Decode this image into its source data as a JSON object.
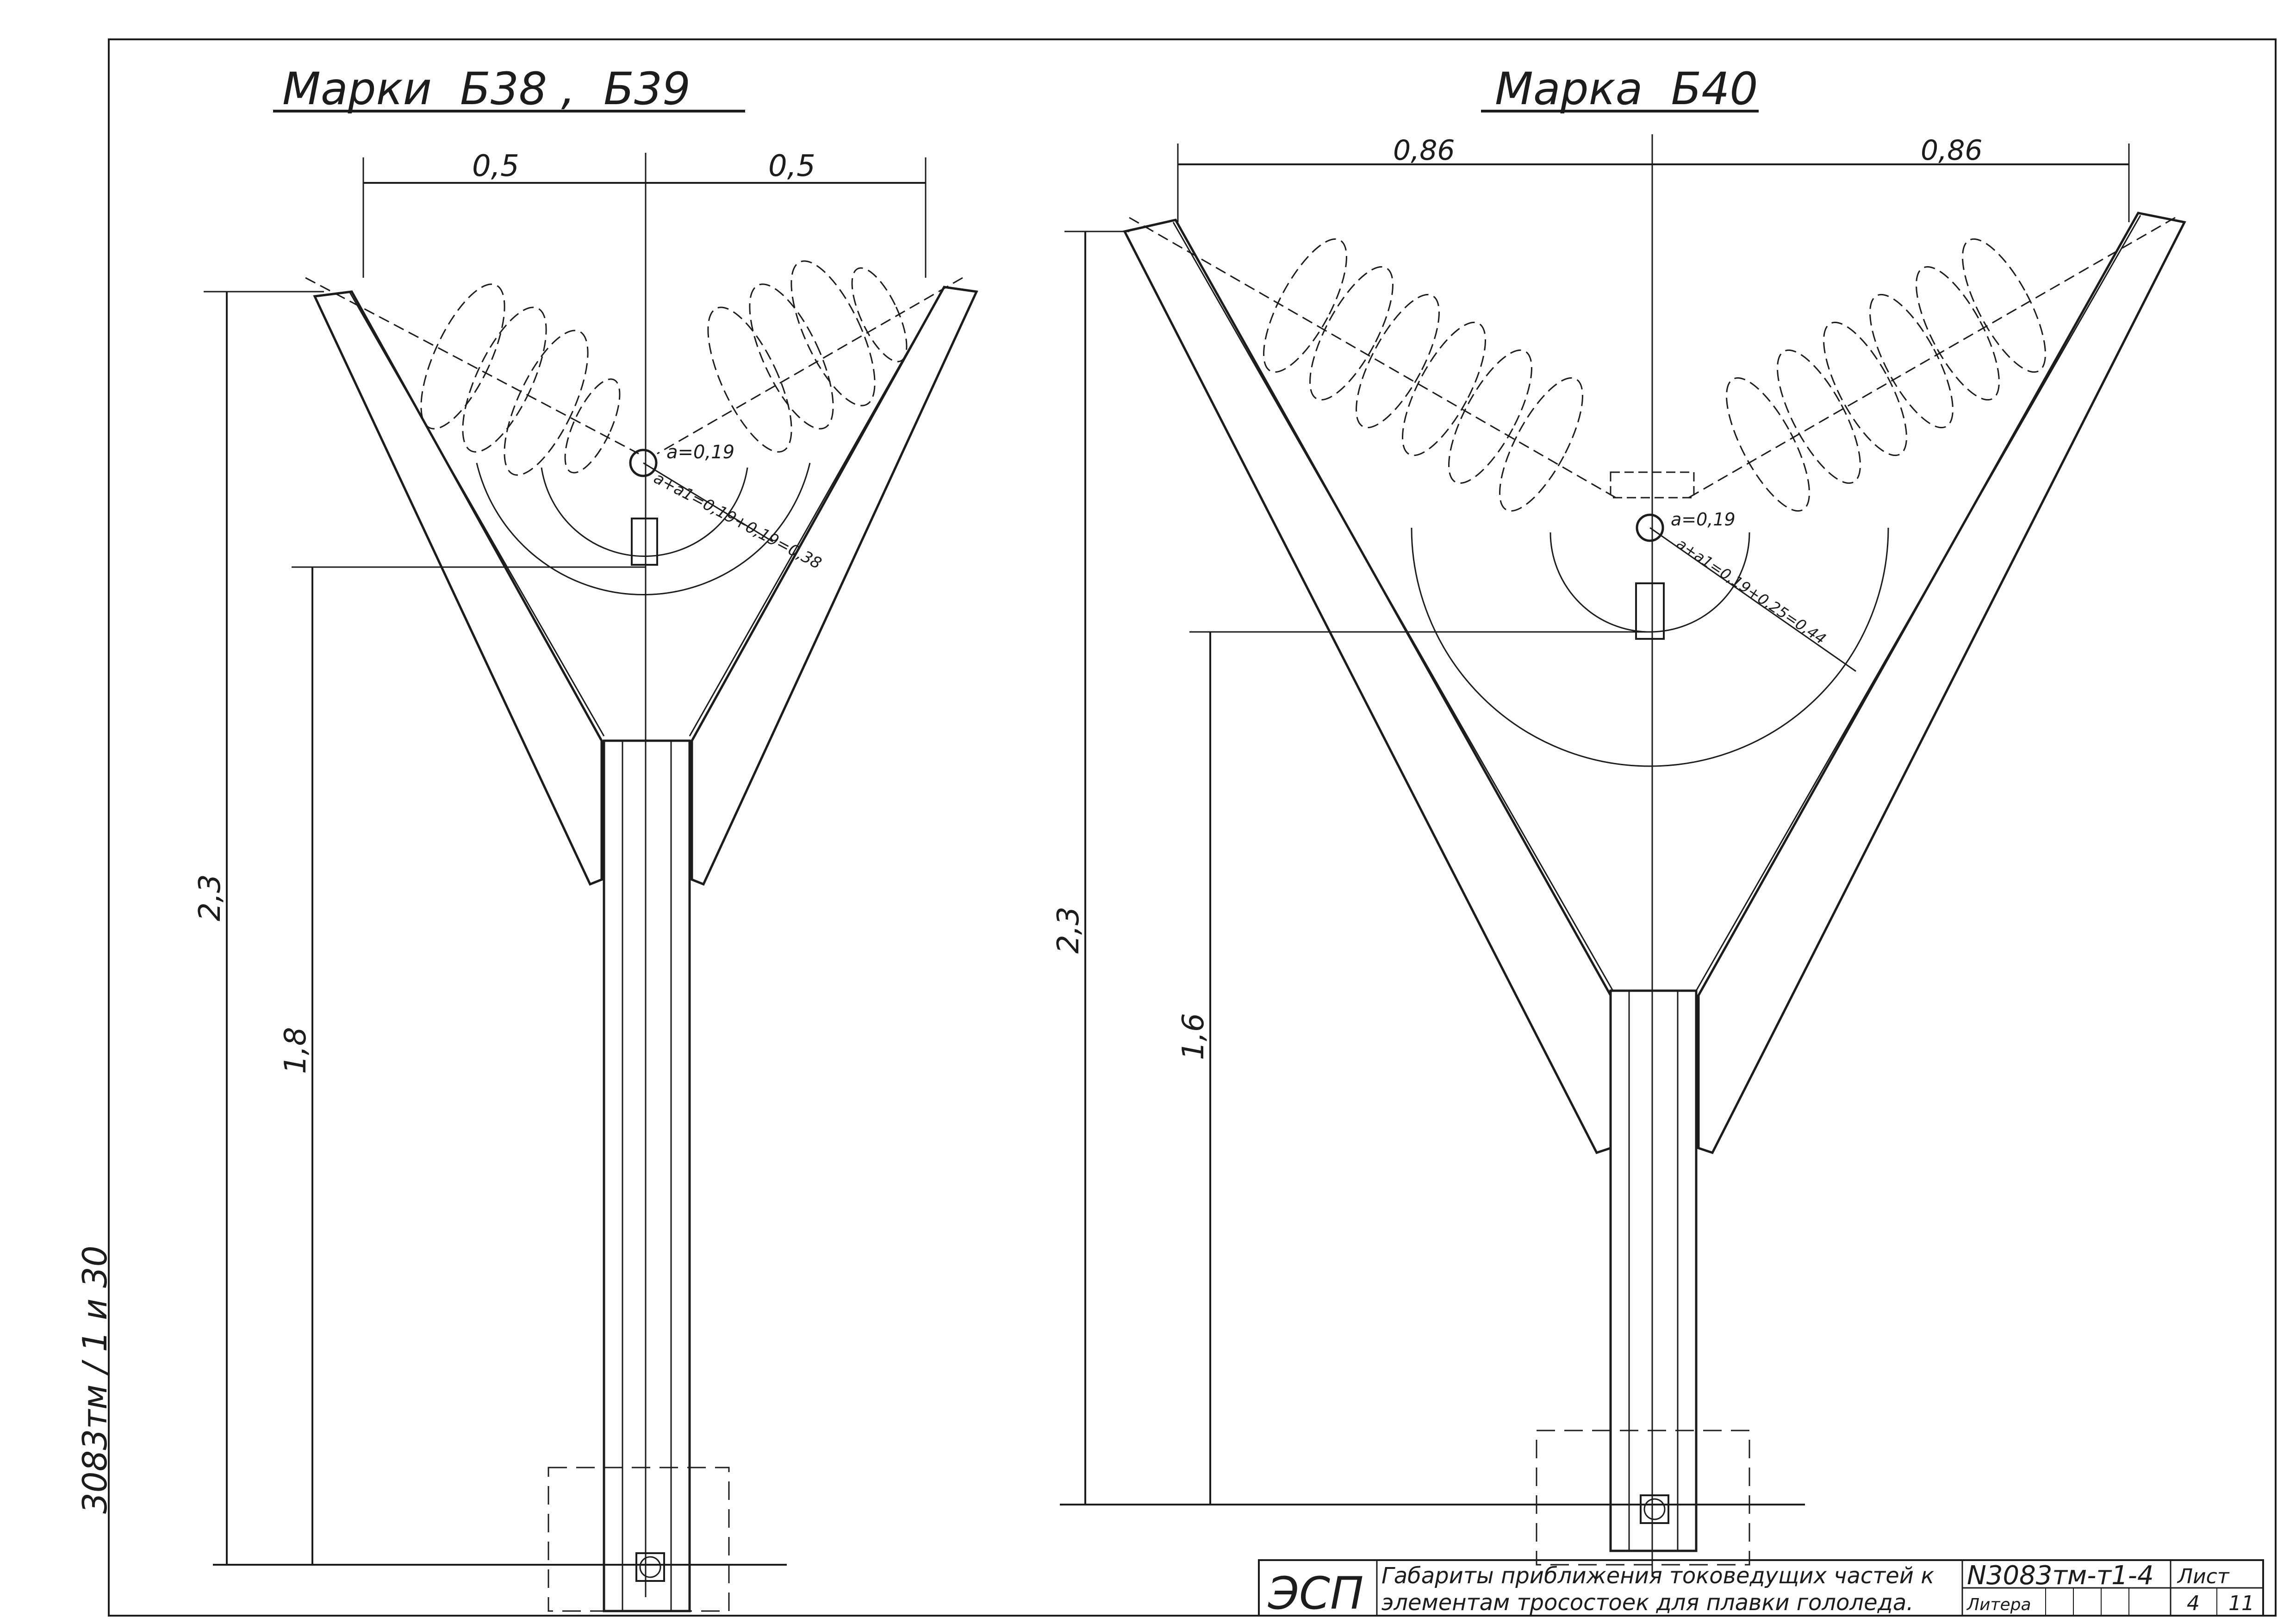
{
  "left_view": {
    "title": "Марки  Б38 ,  Б39",
    "dim_left": "0,5",
    "dim_right": "0,5",
    "dim_total_height": "2,3",
    "dim_clearance_height": "1,8",
    "annotation_a": "a=0,19",
    "annotation_radius": "a+a1=0,19+0,19=0,38"
  },
  "right_view": {
    "title": "Марка  Б40",
    "dim_left": "0,86",
    "dim_right": "0,86",
    "dim_total_height": "2,3",
    "dim_clearance_height": "1,6",
    "annotation_a": "a=0,19",
    "annotation_radius": "a+a1=0,19+0,25=0,44"
  },
  "margin_note": "3083тм / 1 и 30",
  "title_block": {
    "org": "ЭСП",
    "description_line1": "Габариты приближения токоведущих частей к",
    "description_line2": "элементам тросостоек для плавки гололеда.",
    "doc_number": "N3083тм-т1-4",
    "sheet_label": "Лист",
    "litera_label": "Литера",
    "sheet_number": "4",
    "sheet_total": "11"
  }
}
